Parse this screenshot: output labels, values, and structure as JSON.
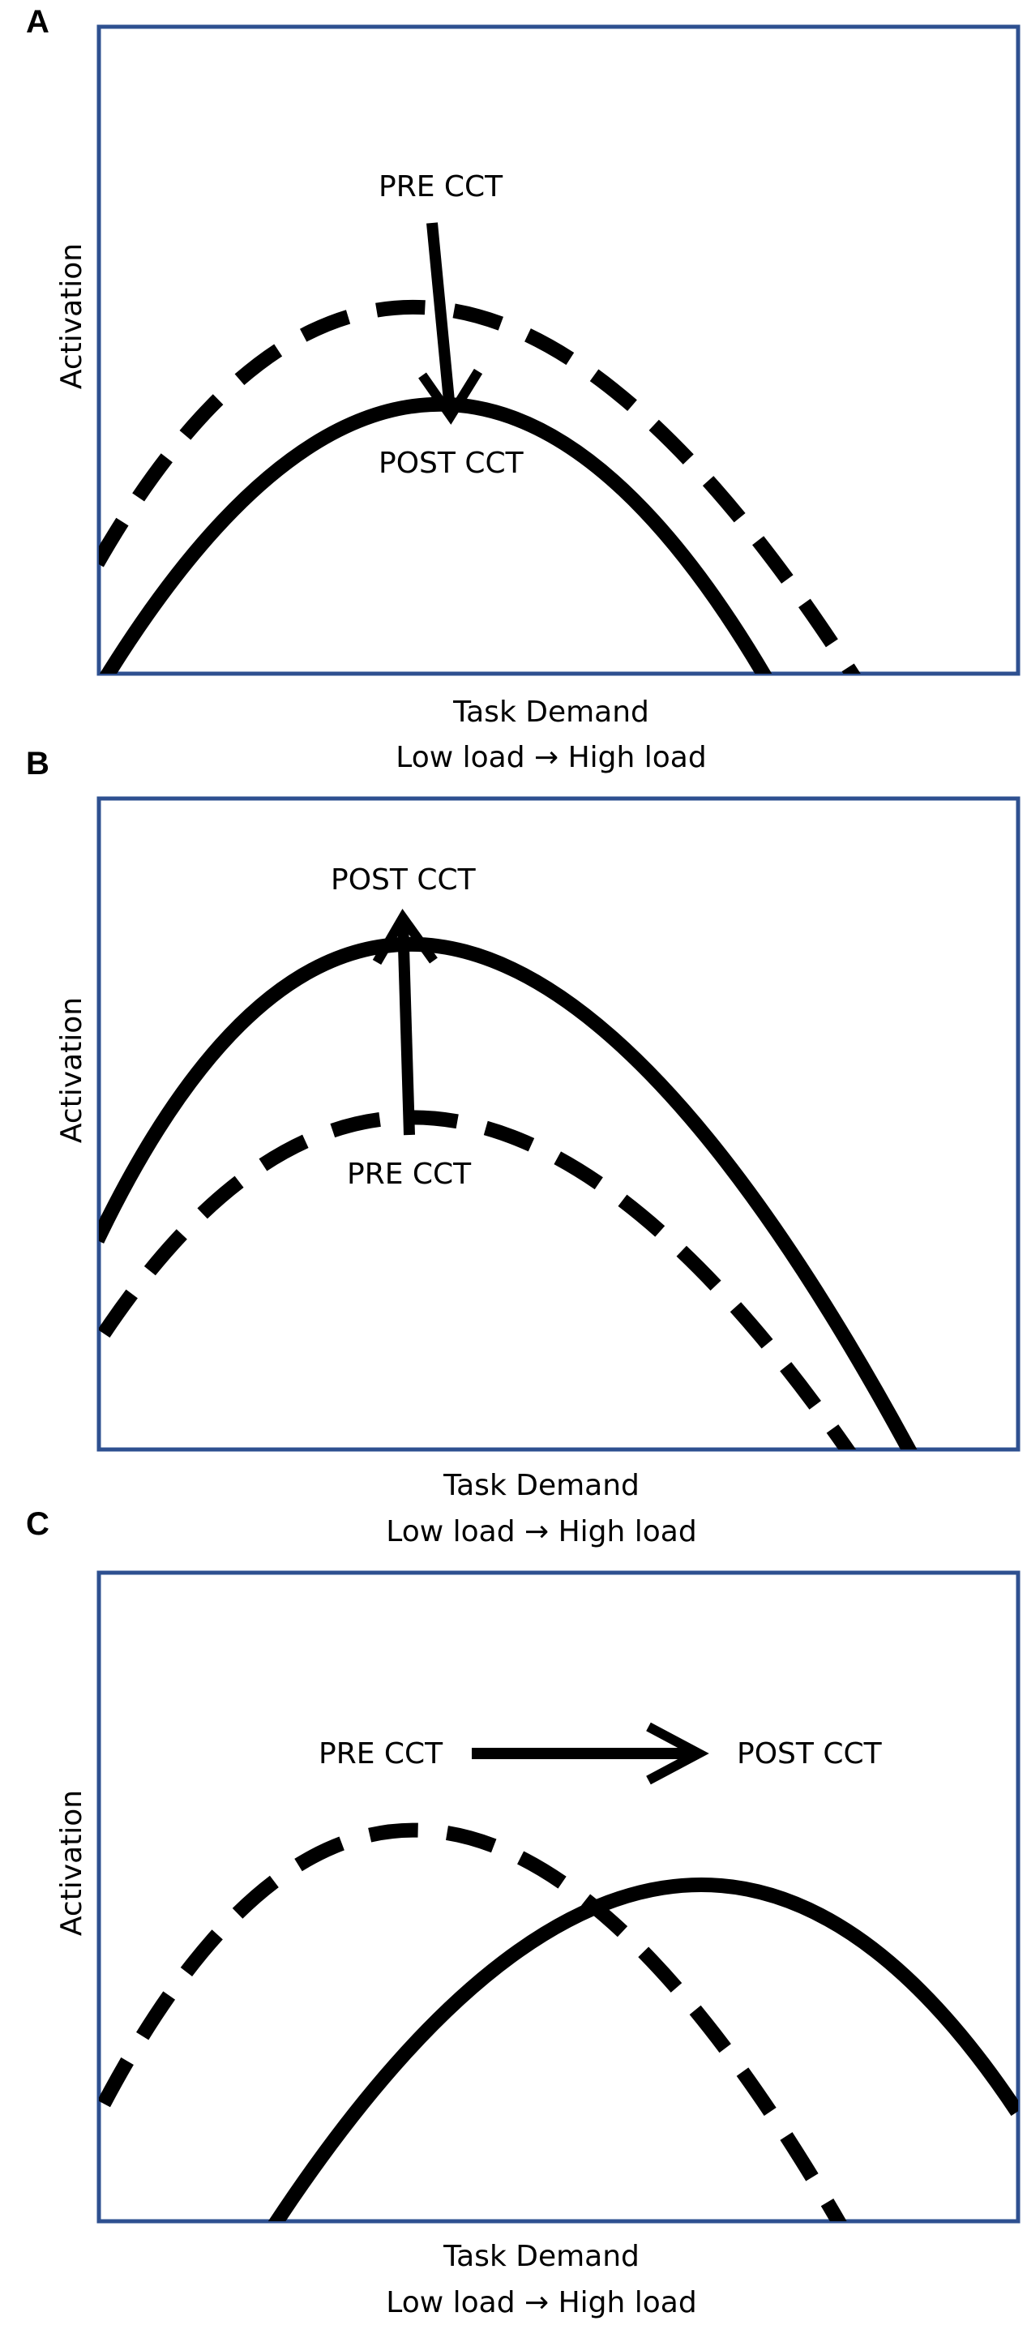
{
  "colors": {
    "frame": "#2e5090",
    "curve": "#000000",
    "text": "#000000"
  },
  "panels": [
    {
      "letter": "A",
      "ylabel": "Activation",
      "xlabel": "Task Demand",
      "xsublabel": "Low load → High load",
      "pre_label": "PRE CCT",
      "post_label": "POST CCT",
      "pre_style": "dashed",
      "post_style": "solid",
      "shift": "downward peak (reduced activation)"
    },
    {
      "letter": "B",
      "ylabel": "Activation",
      "xlabel": "Task Demand",
      "xsublabel": "Low load → High load",
      "pre_label": "PRE CCT",
      "post_label": "POST CCT",
      "pre_style": "dashed",
      "post_style": "solid",
      "shift": "upward peak (increased activation)"
    },
    {
      "letter": "C",
      "ylabel": "Activation",
      "xlabel": "Task Demand",
      "xsublabel": "Low load → High load",
      "pre_label": "PRE CCT",
      "post_label": "POST CCT",
      "pre_style": "dashed",
      "post_style": "solid",
      "shift": "rightward peak (higher load)"
    }
  ]
}
